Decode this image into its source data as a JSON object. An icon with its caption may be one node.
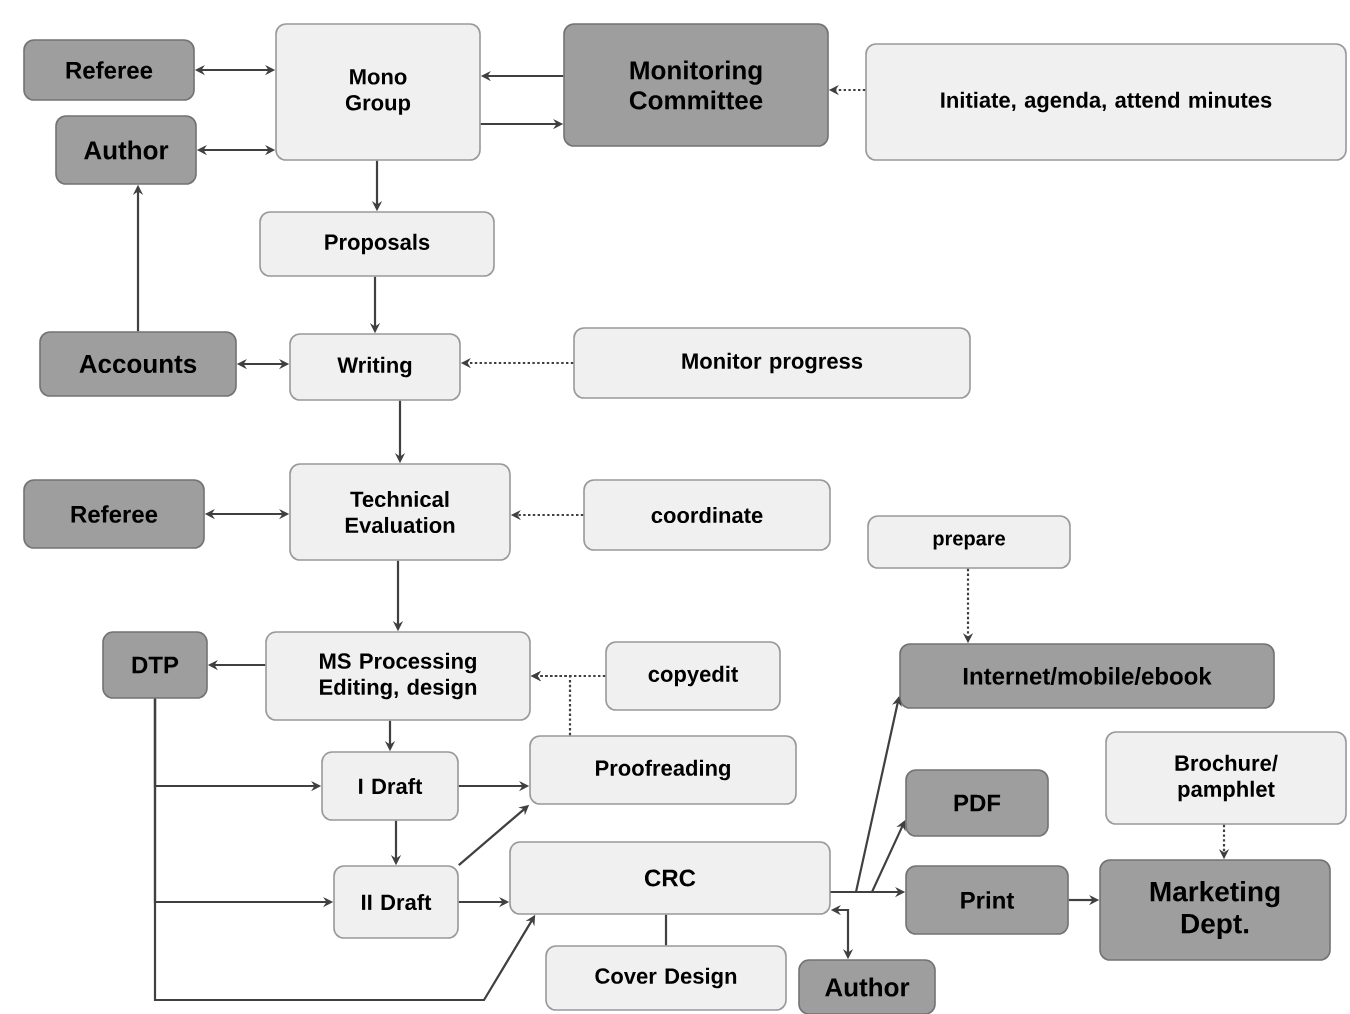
{
  "diagram": {
    "nodes": [
      {
        "text": [
          "Referee"
        ]
      },
      {
        "text": [
          "Author"
        ]
      },
      {
        "text": [
          "Mono Group"
        ]
      },
      {
        "text": [
          "Monitoring Committee"
        ]
      },
      {
        "text": [
          "Initiate, agenda, attend minutes"
        ]
      },
      {
        "text": [
          "Proposals"
        ]
      },
      {
        "text": [
          "Accounts"
        ]
      },
      {
        "text": [
          "Writing"
        ]
      },
      {
        "text": [
          "Monitor progress"
        ]
      },
      {
        "text": [
          "Referee"
        ]
      },
      {
        "text": [
          "Technical Evaluation"
        ]
      },
      {
        "text": [
          "coordinate"
        ]
      },
      {
        "text": [
          "prepare"
        ]
      },
      {
        "text": [
          "DTP"
        ]
      },
      {
        "text": [
          "MS Processing Editing, design"
        ]
      },
      {
        "text": [
          "copyedit"
        ]
      },
      {
        "text": [
          "Internet/mobile/ebook"
        ]
      },
      {
        "text": [
          "I Draft"
        ]
      },
      {
        "text": [
          "Proofreading"
        ]
      },
      {
        "text": [
          "Brochure/ pamphlet"
        ]
      },
      {
        "text": [
          "PDF"
        ]
      },
      {
        "text": [
          "II Draft"
        ]
      },
      {
        "text": [
          "CRC"
        ]
      },
      {
        "text": [
          "Print"
        ]
      },
      {
        "text": [
          "Marketing Dept."
        ]
      },
      {
        "text": [
          "Cover Design"
        ]
      },
      {
        "text": [
          "Author"
        ]
      }
    ],
    "edges": [
      {
        "from": 0,
        "to": 2,
        "arrow": "both"
      },
      {
        "from": 1,
        "to": 2,
        "arrow": "both"
      },
      {
        "from": 3,
        "to": 2,
        "arrow": "to"
      },
      {
        "from": 2,
        "to": 3,
        "arrow": "to"
      },
      {
        "from": 4,
        "to": 3,
        "arrow": "to",
        "style": "dashed"
      },
      {
        "from": 2,
        "to": 5,
        "arrow": "to"
      },
      {
        "from": 5,
        "to": 7,
        "arrow": "to"
      },
      {
        "from": 6,
        "to": 1,
        "arrow": "to"
      },
      {
        "from": 6,
        "to": 7,
        "arrow": "both"
      },
      {
        "from": 8,
        "to": 7,
        "arrow": "to",
        "style": "dashed"
      },
      {
        "from": 7,
        "to": 10,
        "arrow": "to"
      },
      {
        "from": 9,
        "to": 10,
        "arrow": "both"
      },
      {
        "from": 11,
        "to": 10,
        "arrow": "to",
        "style": "dashed"
      },
      {
        "from": 10,
        "to": 14,
        "arrow": "to"
      },
      {
        "from": 14,
        "to": 13,
        "arrow": "to"
      },
      {
        "from": 15,
        "to": 14,
        "arrow": "to",
        "style": "dashed"
      },
      {
        "from": 18,
        "to": 14,
        "arrow": "to",
        "style": "dashed"
      },
      {
        "from": 14,
        "to": 17,
        "arrow": "to"
      },
      {
        "from": 13,
        "to": 17,
        "arrow": "to"
      },
      {
        "from": 13,
        "to": 21,
        "arrow": "to"
      },
      {
        "from": 13,
        "to": 22,
        "arrow": "to"
      },
      {
        "from": 17,
        "to": 18,
        "arrow": "to"
      },
      {
        "from": 17,
        "to": 21,
        "arrow": "to"
      },
      {
        "from": 21,
        "to": 18,
        "arrow": "to"
      },
      {
        "from": 21,
        "to": 22,
        "arrow": "to"
      },
      {
        "from": 22,
        "to": 25,
        "arrow": "none"
      },
      {
        "from": 22,
        "to": 16,
        "arrow": "to"
      },
      {
        "from": 22,
        "to": 20,
        "arrow": "to"
      },
      {
        "from": 22,
        "to": 23,
        "arrow": "to"
      },
      {
        "from": 26,
        "to": 22,
        "arrow": "both"
      },
      {
        "from": 23,
        "to": 24,
        "arrow": "to"
      },
      {
        "from": 19,
        "to": 24,
        "arrow": "to",
        "style": "dashed"
      },
      {
        "from": 12,
        "to": 16,
        "arrow": "to",
        "style": "dashed"
      }
    ]
  }
}
